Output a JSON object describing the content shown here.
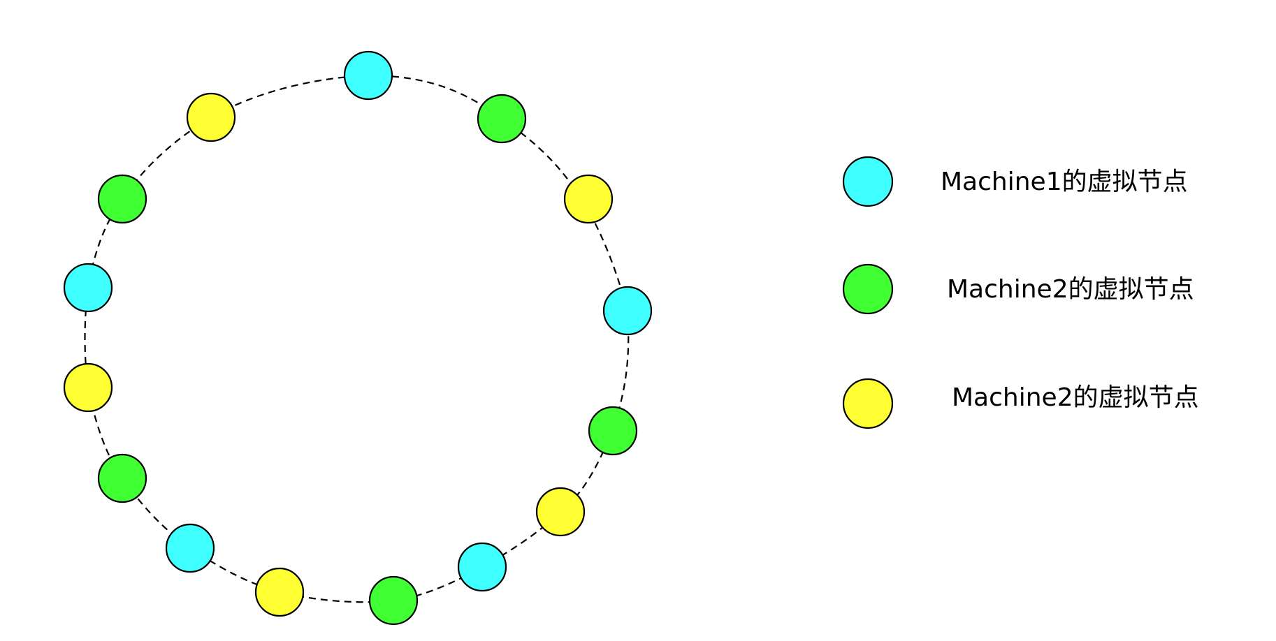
{
  "colors": {
    "machine1": "#40ffff",
    "machine2_green": "#40ff33",
    "machine2_yellow": "#ffff33",
    "stroke": "#000000",
    "background": "#ffffff"
  },
  "ring": {
    "nodes": [
      {
        "color_key": "machine1"
      },
      {
        "color_key": "machine2_green"
      },
      {
        "color_key": "machine2_yellow"
      },
      {
        "color_key": "machine1"
      },
      {
        "color_key": "machine2_green"
      },
      {
        "color_key": "machine2_yellow"
      },
      {
        "color_key": "machine1"
      },
      {
        "color_key": "machine2_green"
      },
      {
        "color_key": "machine2_yellow"
      },
      {
        "color_key": "machine1"
      },
      {
        "color_key": "machine2_green"
      },
      {
        "color_key": "machine2_yellow"
      },
      {
        "color_key": "machine1"
      },
      {
        "color_key": "machine2_green"
      },
      {
        "color_key": "machine2_yellow"
      }
    ]
  },
  "legend": {
    "items": [
      {
        "color_key": "machine1",
        "label": "Machine1的虚拟节点"
      },
      {
        "color_key": "machine2_green",
        "label": "Machine2的虚拟节点"
      },
      {
        "color_key": "machine2_yellow",
        "label": "Machine2的虚拟节点"
      }
    ]
  }
}
